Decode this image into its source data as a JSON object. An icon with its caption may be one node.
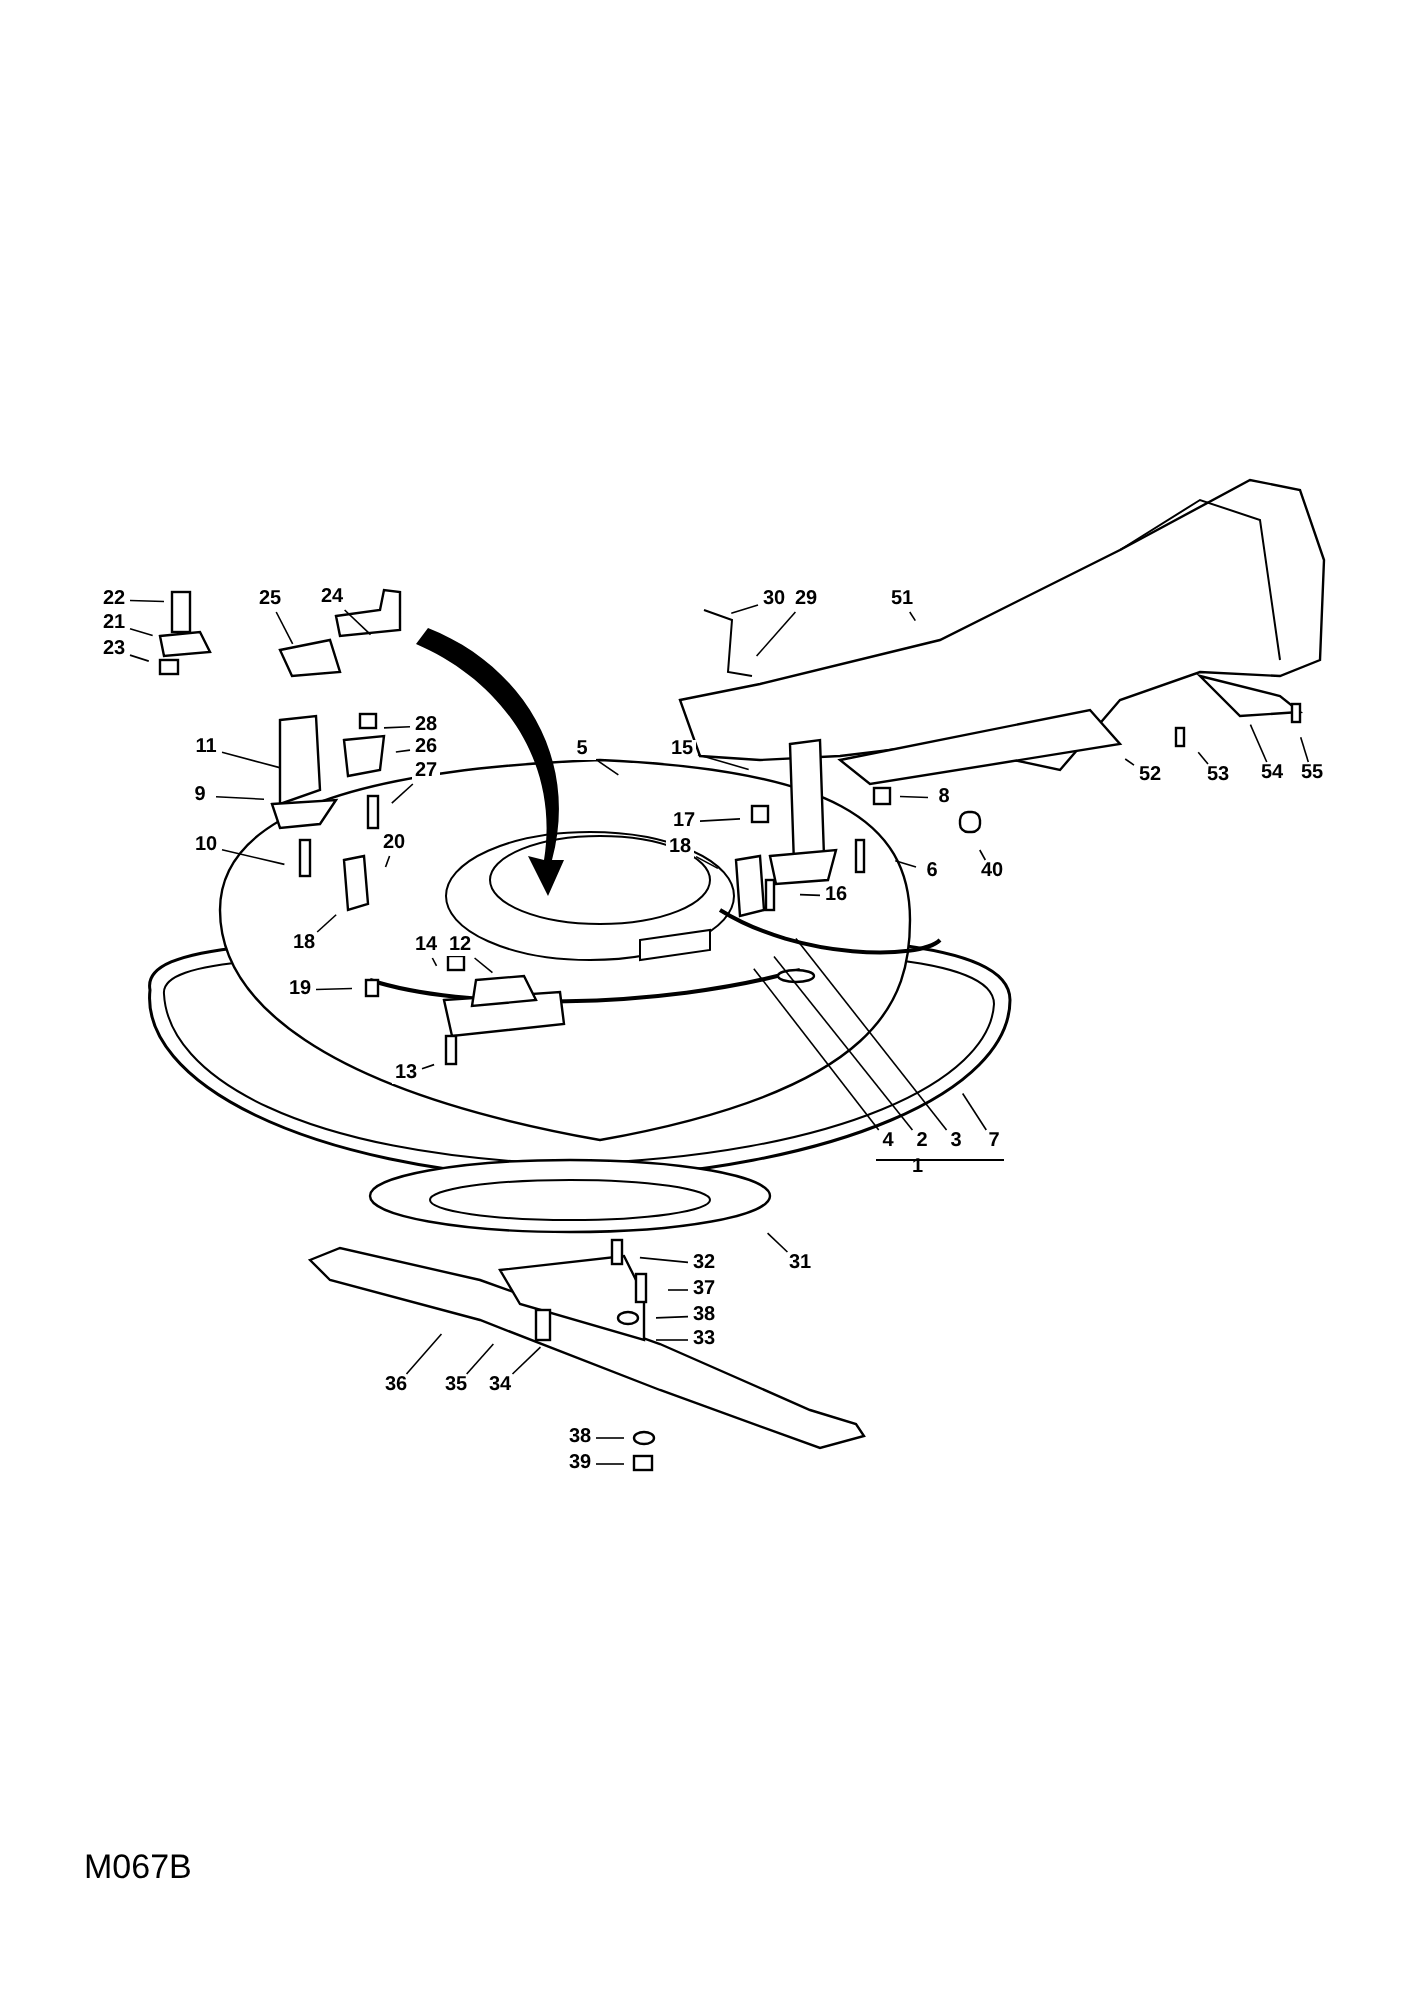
{
  "diagram": {
    "nodes": [
      {
        "text": [
          "22"
        ]
      },
      {
        "text": [
          "21"
        ]
      },
      {
        "text": [
          "23"
        ]
      },
      {
        "text": [
          "25"
        ]
      },
      {
        "text": [
          "24"
        ]
      },
      {
        "text": [
          "30"
        ]
      },
      {
        "text": [
          "29"
        ]
      },
      {
        "text": [
          "51"
        ]
      },
      {
        "text": [
          "28"
        ]
      },
      {
        "text": [
          "26"
        ]
      },
      {
        "text": [
          "11"
        ]
      },
      {
        "text": [
          "27"
        ]
      },
      {
        "text": [
          "5"
        ]
      },
      {
        "text": [
          "15"
        ]
      },
      {
        "text": [
          "9"
        ]
      },
      {
        "text": [
          "17"
        ]
      },
      {
        "text": [
          "8"
        ]
      },
      {
        "text": [
          "10"
        ]
      },
      {
        "text": [
          "20"
        ]
      },
      {
        "text": [
          "18"
        ]
      },
      {
        "text": [
          "6"
        ]
      },
      {
        "text": [
          "40"
        ]
      },
      {
        "text": [
          "16"
        ]
      },
      {
        "text": [
          "52"
        ]
      },
      {
        "text": [
          "53"
        ]
      },
      {
        "text": [
          "54"
        ]
      },
      {
        "text": [
          "55"
        ]
      },
      {
        "text": [
          "18"
        ]
      },
      {
        "text": [
          "14"
        ]
      },
      {
        "text": [
          "12"
        ]
      },
      {
        "text": [
          "19"
        ]
      },
      {
        "text": [
          "13"
        ]
      },
      {
        "text": [
          "4"
        ]
      },
      {
        "text": [
          "2"
        ]
      },
      {
        "text": [
          "3"
        ]
      },
      {
        "text": [
          "7"
        ]
      },
      {
        "text": [
          "32"
        ]
      },
      {
        "text": [
          "31"
        ]
      },
      {
        "text": [
          "37"
        ]
      },
      {
        "text": [
          "38"
        ]
      },
      {
        "text": [
          "33"
        ]
      },
      {
        "text": [
          "36"
        ]
      },
      {
        "text": [
          "35"
        ]
      },
      {
        "text": [
          "34"
        ]
      },
      {
        "text": [
          "38"
        ]
      },
      {
        "text": [
          "39"
        ]
      }
    ],
    "edges": [
      {
        "from": 0,
        "to": null,
        "arrow": "none"
      },
      {
        "from": 1,
        "to": null,
        "arrow": "none"
      },
      {
        "from": 2,
        "to": null,
        "arrow": "none"
      },
      {
        "from": 3,
        "to": null,
        "arrow": "none"
      },
      {
        "from": 4,
        "to": null,
        "arrow": "none"
      },
      {
        "from": 5,
        "to": null,
        "arrow": "none"
      },
      {
        "from": 6,
        "to": null,
        "arrow": "none"
      },
      {
        "from": 7,
        "to": null,
        "arrow": "none"
      },
      {
        "from": 8,
        "to": null,
        "arrow": "none"
      },
      {
        "from": 9,
        "to": null,
        "arrow": "none"
      },
      {
        "from": 10,
        "to": null,
        "arrow": "none"
      },
      {
        "from": 11,
        "to": null,
        "arrow": "none"
      },
      {
        "from": 12,
        "to": null,
        "arrow": "none"
      },
      {
        "from": 13,
        "to": null,
        "arrow": "none"
      },
      {
        "from": 14,
        "to": null,
        "arrow": "none"
      },
      {
        "from": 15,
        "to": null,
        "arrow": "none"
      },
      {
        "from": 16,
        "to": null,
        "arrow": "none"
      },
      {
        "from": 17,
        "to": null,
        "arrow": "none"
      },
      {
        "from": 18,
        "to": null,
        "arrow": "none"
      },
      {
        "from": 19,
        "to": null,
        "arrow": "none"
      },
      {
        "from": 20,
        "to": null,
        "arrow": "none"
      },
      {
        "from": 21,
        "to": null,
        "arrow": "none"
      },
      {
        "from": 22,
        "to": null,
        "arrow": "none"
      },
      {
        "from": 23,
        "to": null,
        "arrow": "none"
      },
      {
        "from": 24,
        "to": null,
        "arrow": "none"
      },
      {
        "from": 25,
        "to": null,
        "arrow": "none"
      },
      {
        "from": 26,
        "to": null,
        "arrow": "none"
      },
      {
        "from": 27,
        "to": null,
        "arrow": "none"
      },
      {
        "from": 28,
        "to": null,
        "arrow": "none"
      },
      {
        "from": 29,
        "to": null,
        "arrow": "none"
      },
      {
        "from": 30,
        "to": null,
        "arrow": "none"
      },
      {
        "from": 31,
        "to": null,
        "arrow": "none"
      },
      {
        "from": 32,
        "to": null,
        "arrow": "none"
      },
      {
        "from": 33,
        "to": null,
        "arrow": "none"
      },
      {
        "from": 34,
        "to": null,
        "arrow": "none"
      },
      {
        "from": 35,
        "to": null,
        "arrow": "none"
      },
      {
        "from": 36,
        "to": null,
        "arrow": "none"
      },
      {
        "from": 37,
        "to": null,
        "arrow": "none"
      },
      {
        "from": 38,
        "to": null,
        "arrow": "none"
      },
      {
        "from": 39,
        "to": null,
        "arrow": "none"
      },
      {
        "from": 40,
        "to": null,
        "arrow": "none"
      },
      {
        "from": 41,
        "to": null,
        "arrow": "none"
      },
      {
        "from": 42,
        "to": null,
        "arrow": "none"
      },
      {
        "from": 43,
        "to": null,
        "arrow": "none"
      },
      {
        "from": 44,
        "to": null,
        "arrow": "none"
      },
      {
        "from": 45,
        "to": null,
        "arrow": "none"
      }
    ],
    "labels": [
      "1",
      "M067B"
    ]
  }
}
